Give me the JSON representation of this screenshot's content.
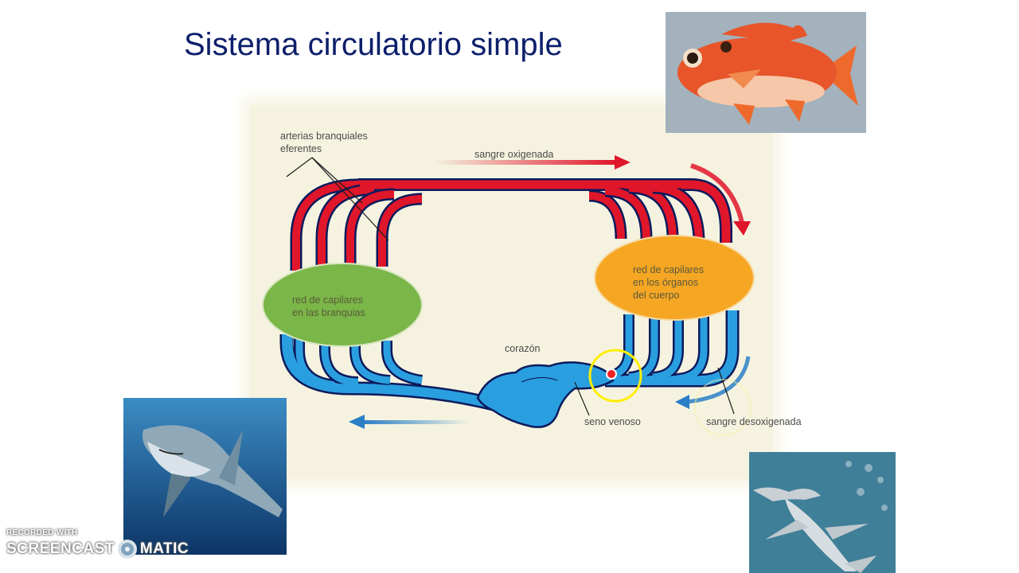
{
  "slide": {
    "title": "Sistema circulatorio simple"
  },
  "diagram": {
    "labels": {
      "efferent_arteries_line1": "arterias branquiales",
      "efferent_arteries_line2": "eferentes",
      "oxygenated_blood": "sangre oxigenada",
      "gill_capillaries_line1": "red de capilares",
      "gill_capillaries_line2": "en las branquias",
      "organ_capillaries_line1": "red de capilares",
      "organ_capillaries_line2": "en los órganos",
      "organ_capillaries_line3": "del cuerpo",
      "heart": "corazón",
      "sinus_venosus": "seno venoso",
      "deoxygenated_blood": "sangre desoxigenada"
    },
    "colors": {
      "oxygenated": "#e0162b",
      "deoxygenated": "#2a9fe0",
      "vessel_outline": "#0b1a5c",
      "gill_network": "#7ab648",
      "organ_network": "#f5a623",
      "panel_background": "#f5f3e0"
    }
  },
  "images": {
    "fish": "red-fish-photo",
    "shark": "great-white-shark-photo",
    "hammerhead": "hammerhead-shark-photo"
  },
  "watermark": {
    "line1": "RECORDED WITH",
    "line2_left": "SCREENCAST",
    "line2_right": "MATIC"
  }
}
